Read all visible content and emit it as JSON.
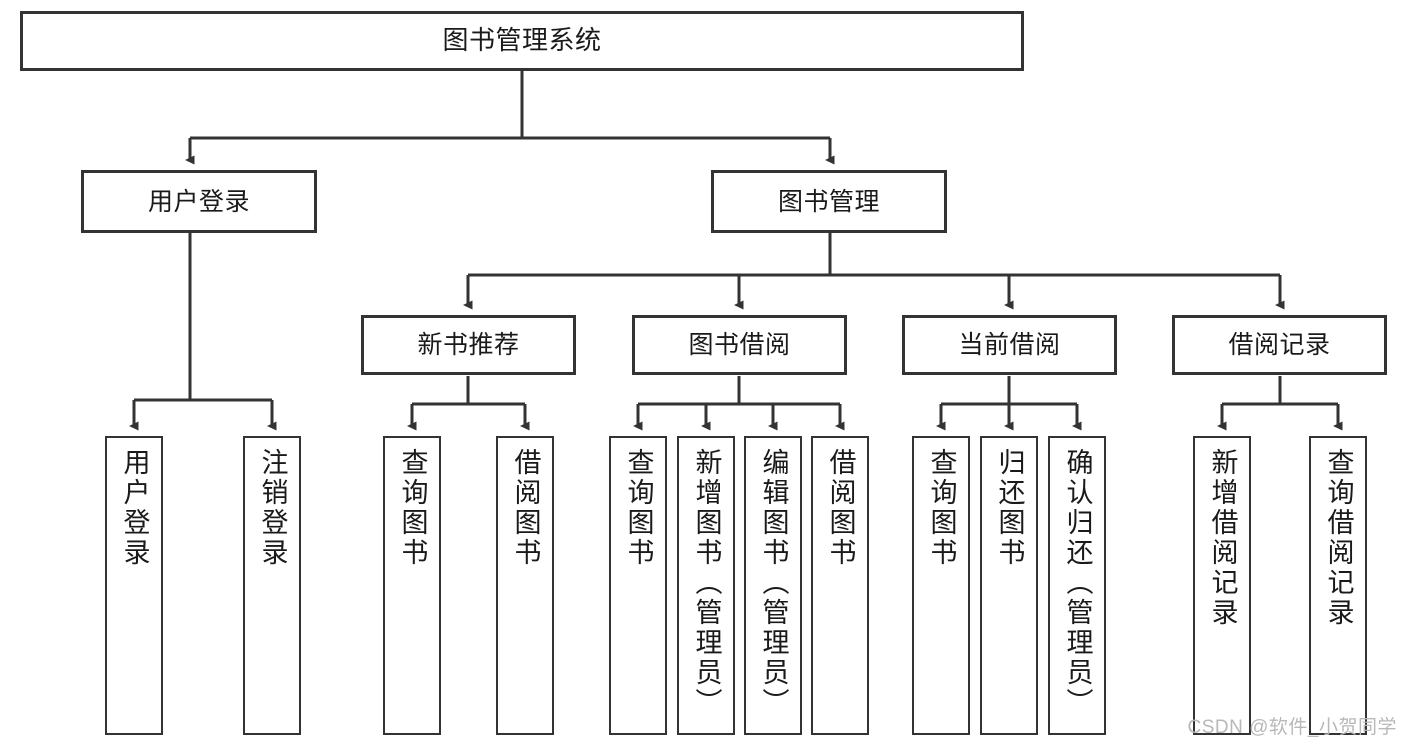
{
  "diagram": {
    "title": "图书管理系统",
    "type": "tree-hierarchy",
    "watermark": "CSDN @软件_小贺同学",
    "colors": {
      "stroke": "#333333",
      "fill": "#ffffff",
      "text": "#1a1a1a",
      "watermark": "#b8b8b8"
    },
    "nodes": {
      "root": {
        "label": "图书管理系统"
      },
      "level2": [
        {
          "label": "用户登录"
        },
        {
          "label": "图书管理"
        }
      ],
      "level3": [
        {
          "label": "新书推荐"
        },
        {
          "label": "图书借阅"
        },
        {
          "label": "当前借阅"
        },
        {
          "label": "借阅记录"
        }
      ],
      "leaves": {
        "user_login": [
          {
            "label": "用户登录"
          },
          {
            "label": "注销登录"
          }
        ],
        "new_book_recommend": [
          {
            "label": "查询图书"
          },
          {
            "label": "借阅图书"
          }
        ],
        "book_borrow": [
          {
            "label": "查询图书"
          },
          {
            "label": "新增图书（管理员）"
          },
          {
            "label": "编辑图书（管理员）"
          },
          {
            "label": "借阅图书"
          }
        ],
        "current_borrow": [
          {
            "label": "查询图书"
          },
          {
            "label": "归还图书"
          },
          {
            "label": "确认归还（管理员）"
          }
        ],
        "borrow_record": [
          {
            "label": "新增借阅记录"
          },
          {
            "label": "查询借阅记录"
          }
        ]
      }
    }
  }
}
